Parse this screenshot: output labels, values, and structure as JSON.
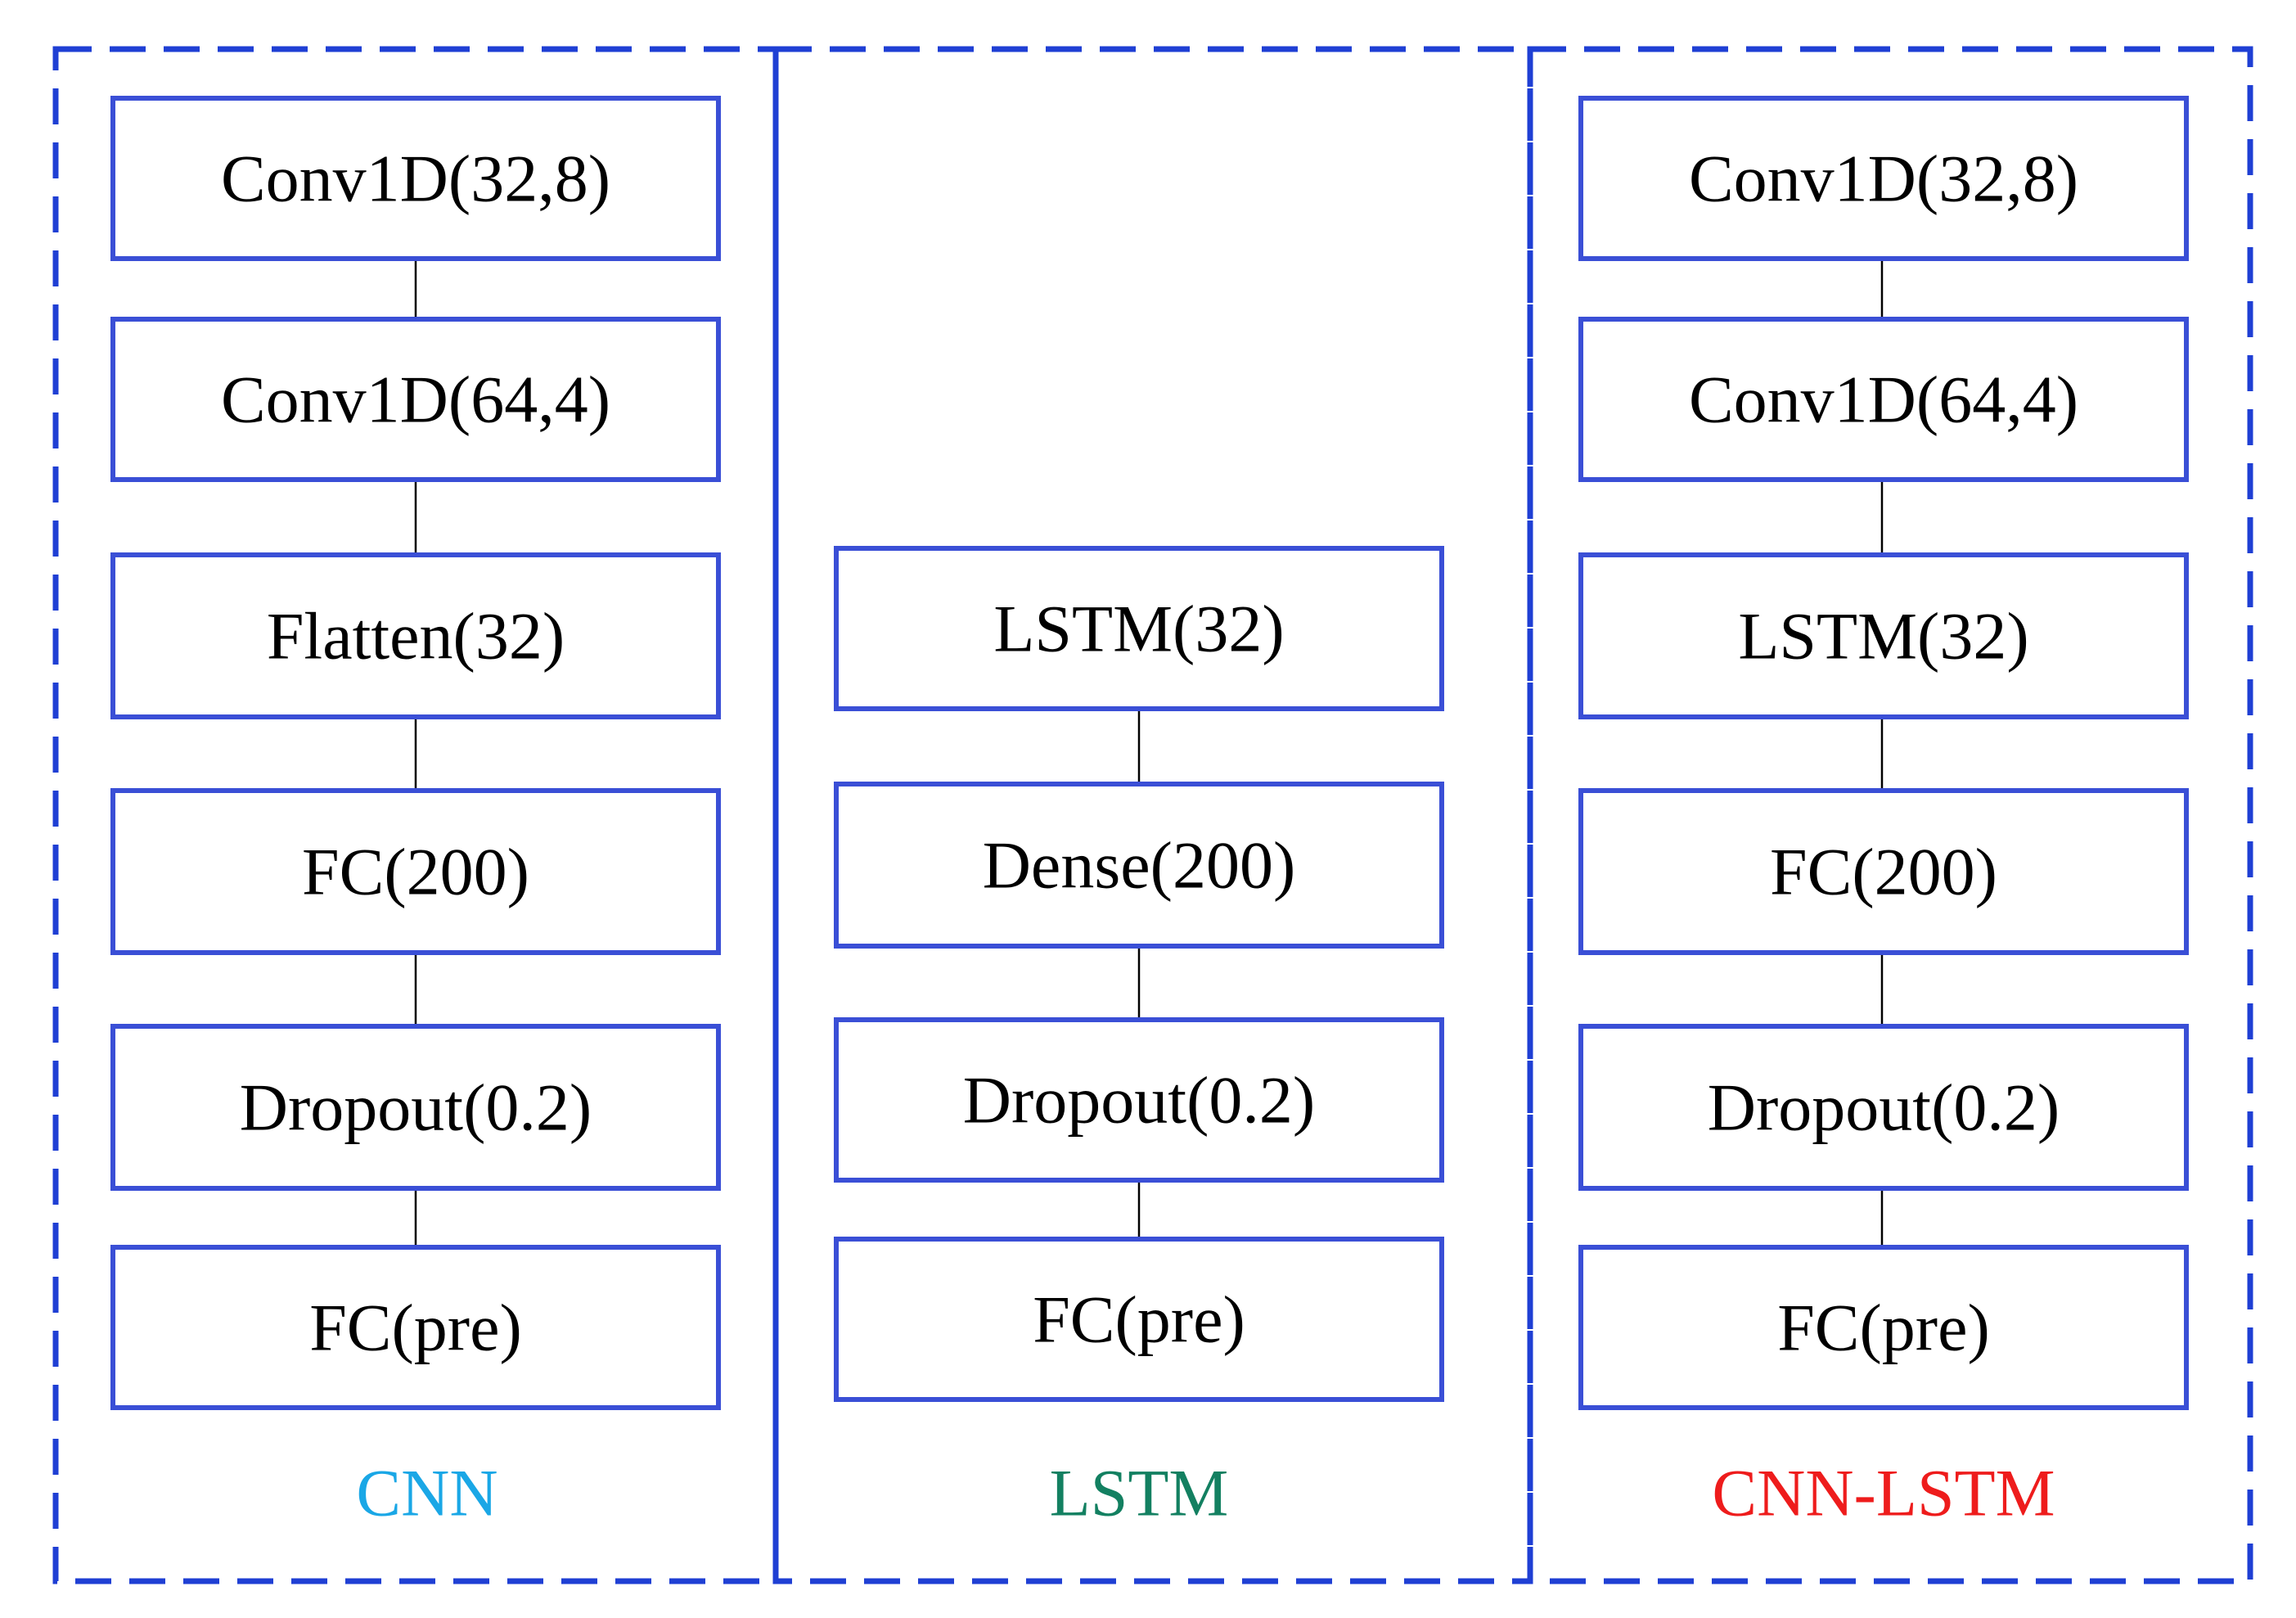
{
  "panels": [
    {
      "caption": "CNN",
      "caption_color": "#1aa7e6",
      "layers": [
        "Conv1D(32,8)",
        "Conv1D(64,4)",
        "Flatten(32)",
        "FC(200)",
        "Dropout(0.2)",
        "FC(pre)"
      ]
    },
    {
      "caption": "LSTM",
      "caption_color": "#138061",
      "layers": [
        "LSTM(32)",
        "Dense(200)",
        "Dropout(0.2)",
        "FC(pre)"
      ]
    },
    {
      "caption": "CNN-LSTM",
      "caption_color": "#ee1c1c",
      "layers": [
        "Conv1D(32,8)",
        "Conv1D(64,4)",
        "LSTM(32)",
        "FC(200)",
        "Dropout(0.2)",
        "FC(pre)"
      ]
    }
  ],
  "colors": {
    "border": "#1f3fd4",
    "box_stroke": "#3a4fd6",
    "connector": "#000000"
  }
}
